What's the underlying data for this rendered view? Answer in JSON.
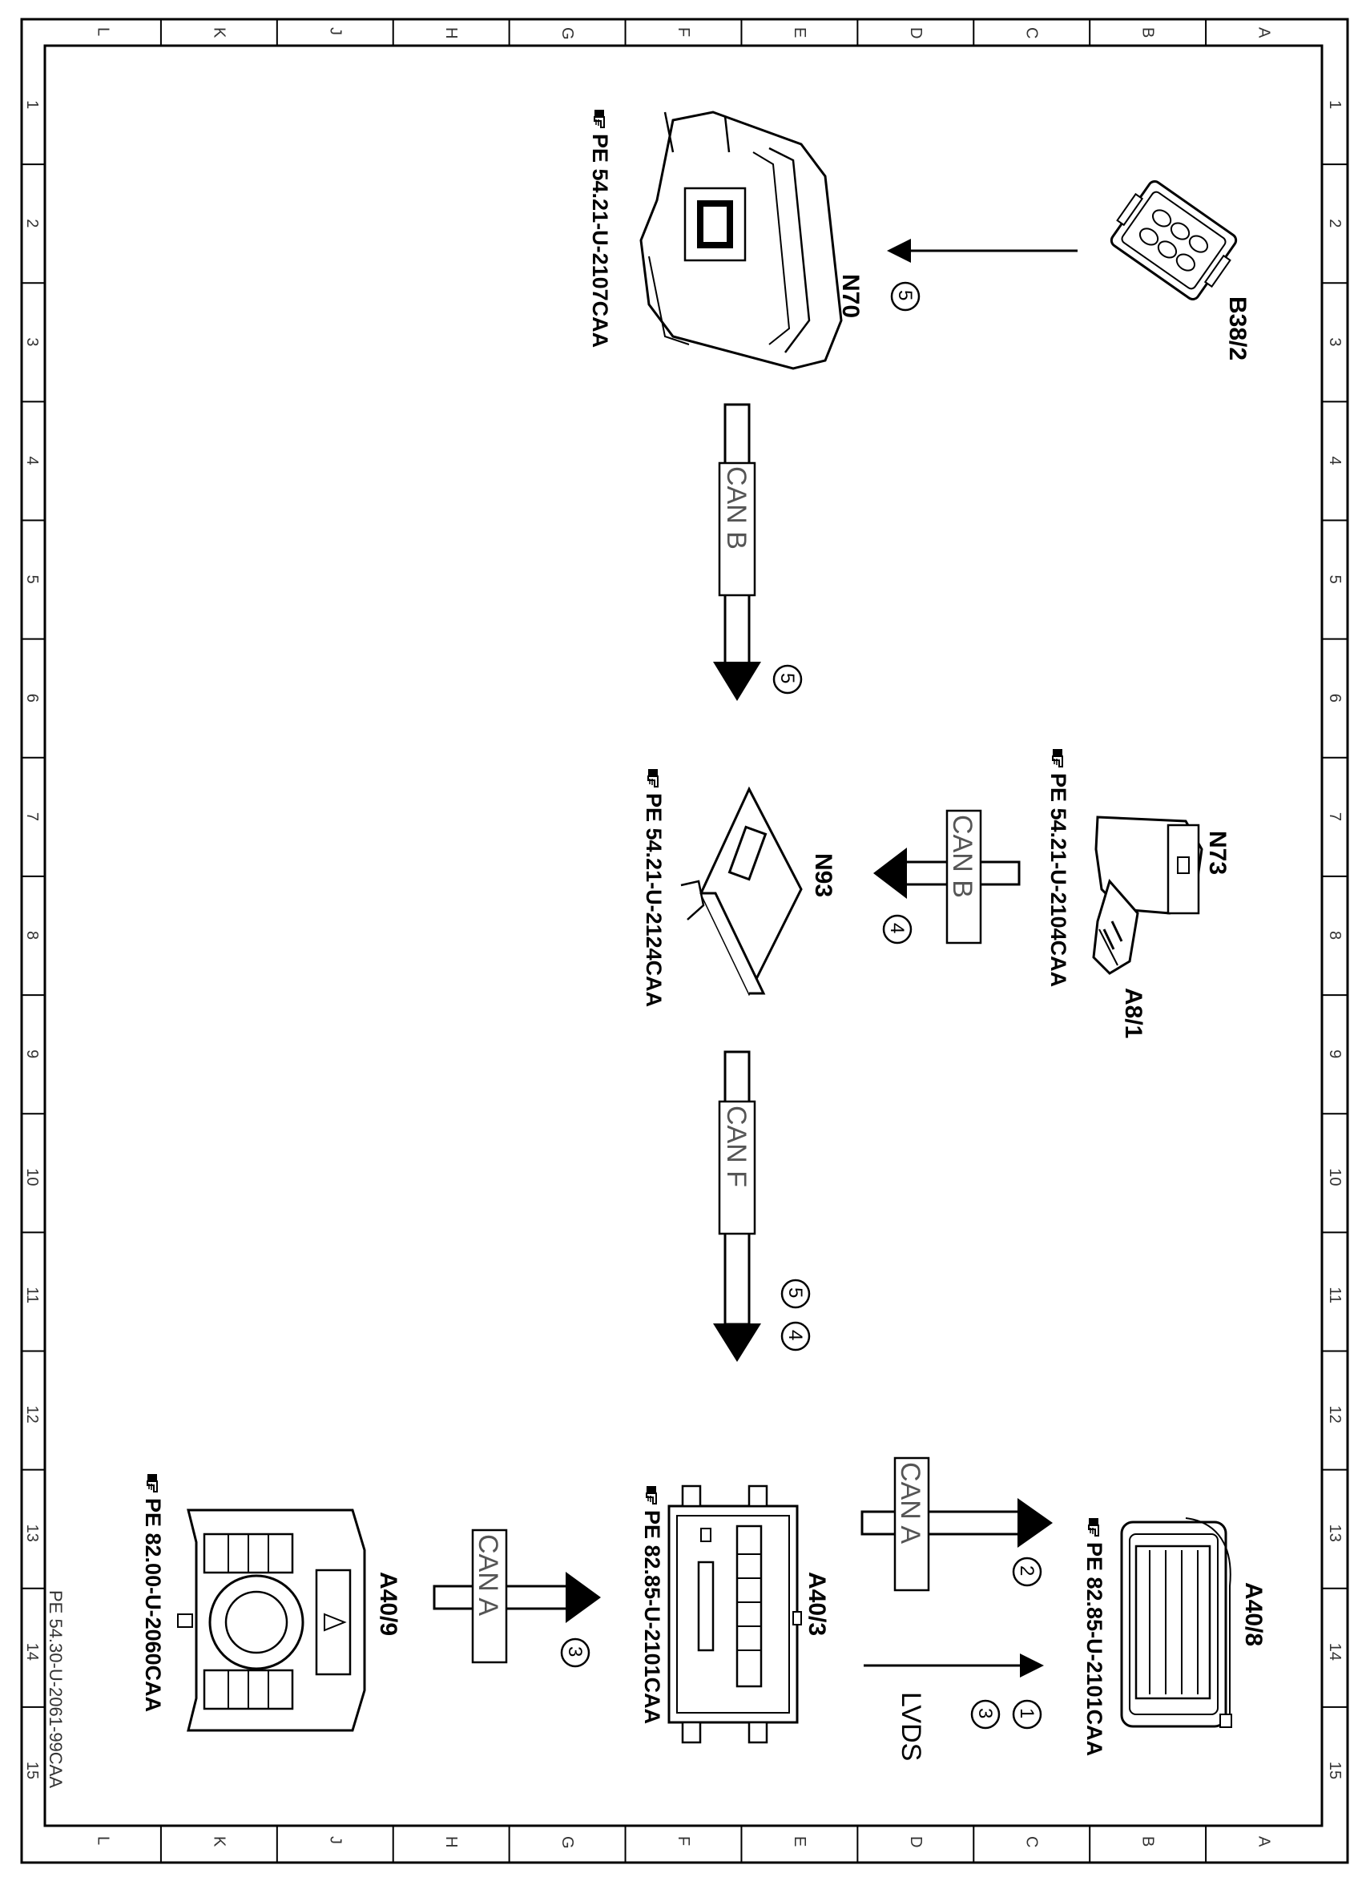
{
  "frame": {
    "columns": [
      "L",
      "K",
      "J",
      "H",
      "G",
      "F",
      "E",
      "D",
      "C",
      "B",
      "A"
    ],
    "rows": [
      "1",
      "2",
      "3",
      "4",
      "5",
      "6",
      "7",
      "8",
      "9",
      "10",
      "11",
      "12",
      "13",
      "14",
      "15"
    ]
  },
  "drawing_id": "PE 54.30-U-2061-99CAA",
  "components": {
    "b38_2": {
      "label": "B38/2"
    },
    "n70": {
      "label": "N70",
      "ref": "PE 54.21-U-2107CAA"
    },
    "n73": {
      "label": "N73",
      "ref": "PE 54.21-U-2104CAA"
    },
    "a8_1": {
      "label": "A8/1"
    },
    "n93": {
      "label": "N93",
      "ref": "PE 54.21-U-2124CAA"
    },
    "a40_8": {
      "label": "A40/8",
      "ref": "PE 82.85-U-2101CAA"
    },
    "a40_3": {
      "label": "A40/3",
      "ref": "PE 82.85-U-2101CAA"
    },
    "a40_9": {
      "label": "A40/9",
      "ref": "PE 82.00-U-2060CAA"
    }
  },
  "connections": {
    "b38_to_n70": {
      "steps": [
        "5"
      ]
    },
    "n70_to_n93": {
      "bus": "CAN B",
      "steps": [
        "5"
      ]
    },
    "n73_to_n93": {
      "bus": "CAN B",
      "steps": [
        "4"
      ]
    },
    "n93_to_a40_3": {
      "bus": "CAN F",
      "steps": [
        "5",
        "4"
      ]
    },
    "a40_3_to_a40_8_can": {
      "bus": "CAN A",
      "steps": [
        "2"
      ]
    },
    "a40_3_to_a40_8_lvds": {
      "bus": "LVDS",
      "steps": [
        "1",
        "3"
      ]
    },
    "a40_9_to_a40_3": {
      "bus": "CAN A",
      "steps": [
        "3"
      ]
    }
  },
  "icons": [
    "pointing-hand-icon"
  ]
}
